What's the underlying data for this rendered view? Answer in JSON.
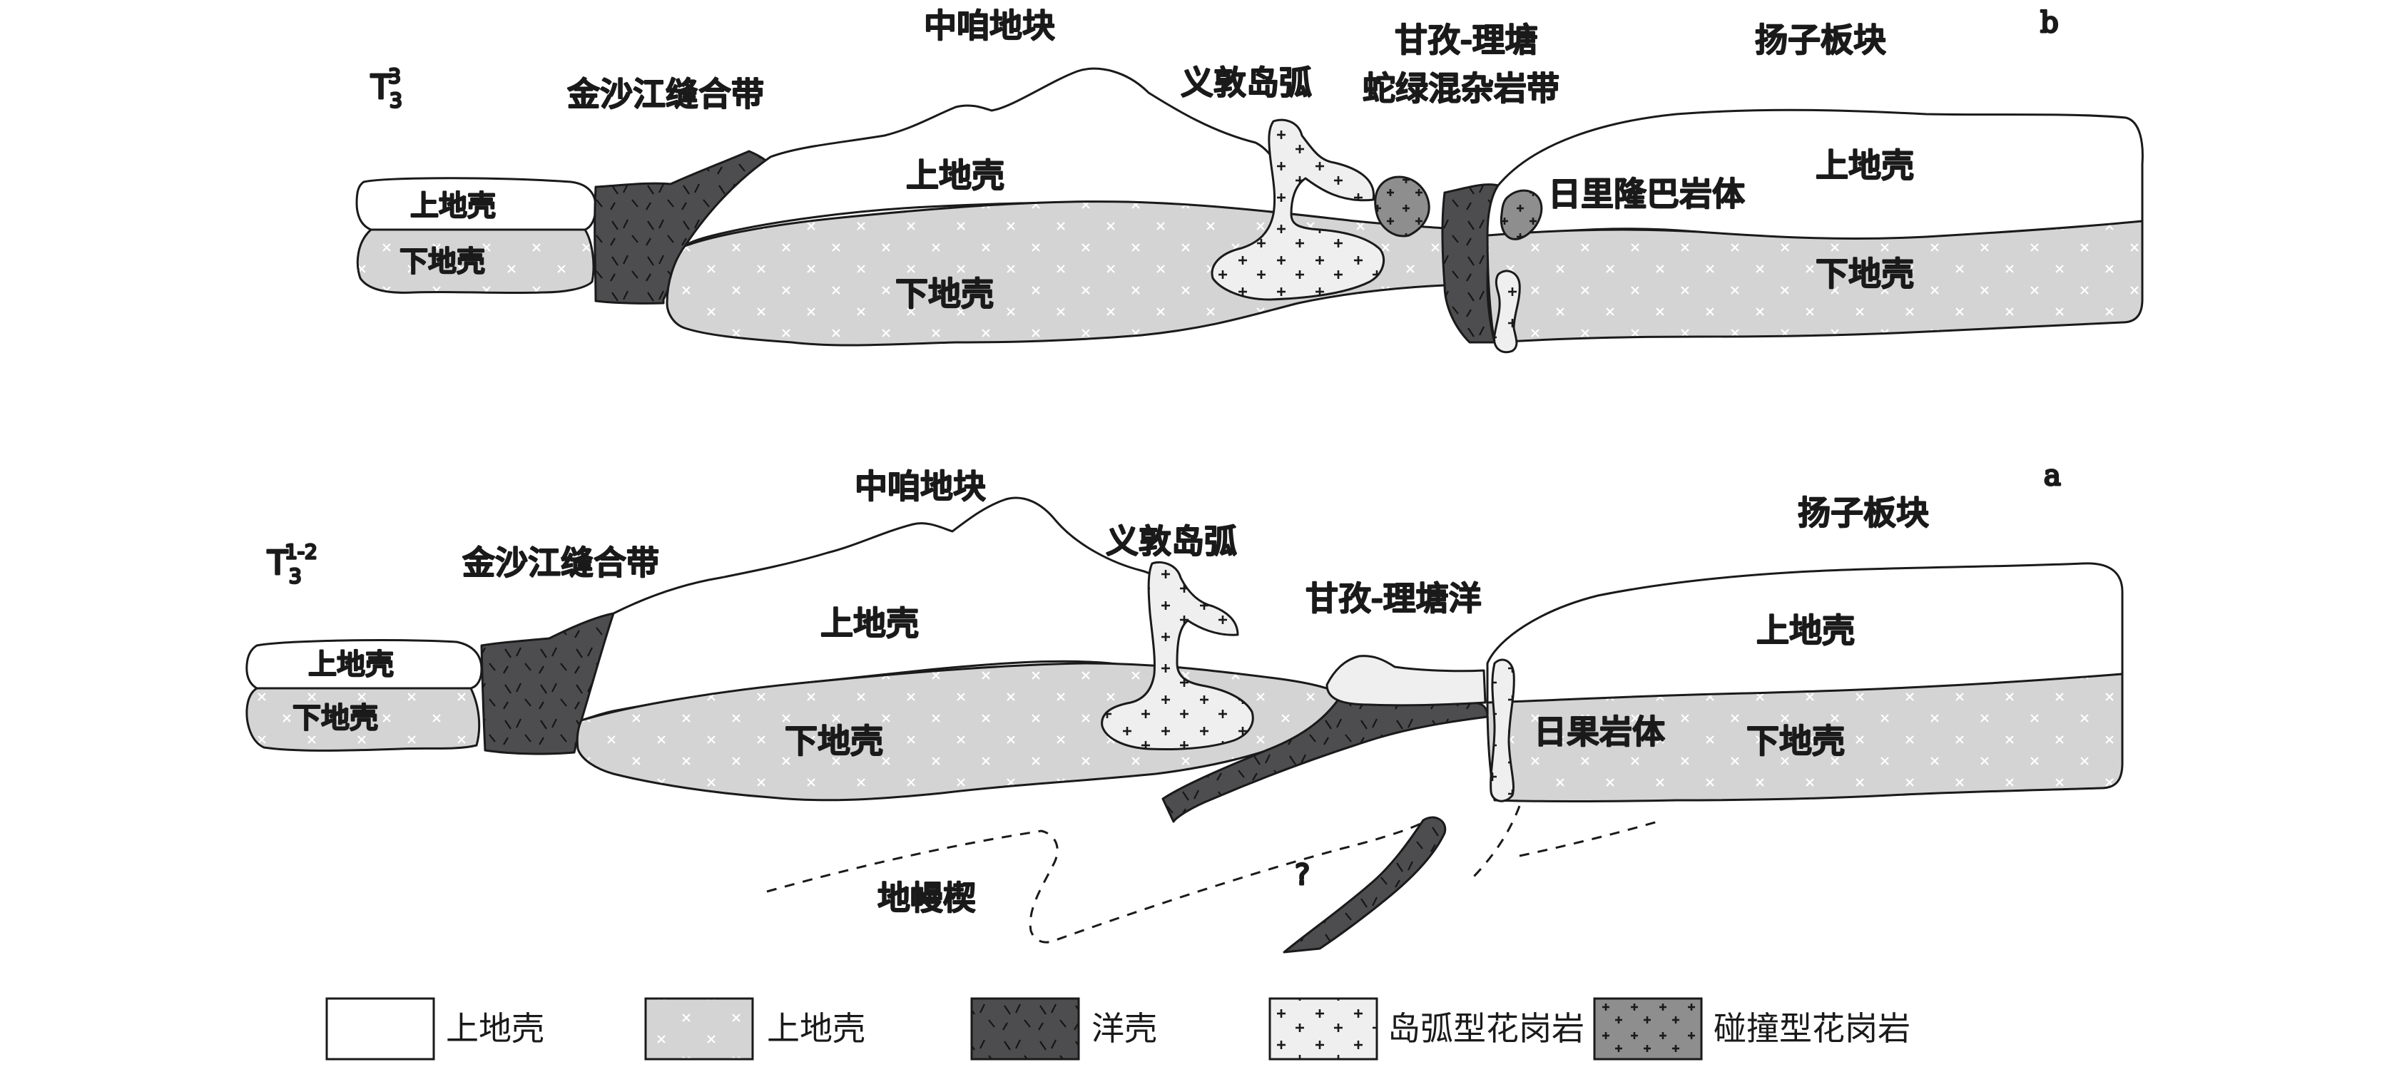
{
  "panel_b": {
    "tag": "b",
    "period_base": "T",
    "period_sub": "3",
    "period_sup": "3",
    "labels": {
      "suture": "金沙江缝合带",
      "block_mid": "中咱地块",
      "arc": "义敦岛弧",
      "melange_1": "甘孜-理塘",
      "melange_2": "蛇绿混杂岩带",
      "yangtze": "扬子板块",
      "left_upper": "上地壳",
      "left_lower": "下地壳",
      "mid_upper": "上地壳",
      "mid_lower": "下地壳",
      "pluton": "日里隆巴岩体",
      "right_upper": "上地壳",
      "right_lower": "下地壳"
    }
  },
  "panel_a": {
    "tag": "a",
    "period_base": "T",
    "period_sub": "3",
    "period_sup": "1-2",
    "labels": {
      "suture": "金沙江缝合带",
      "block_mid": "中咱地块",
      "arc": "义敦岛弧",
      "ocean": "甘孜-理塘洋",
      "yangtze": "扬子板块",
      "left_upper": "上地壳",
      "left_lower": "下地壳",
      "mid_upper": "上地壳",
      "mid_lower": "下地壳",
      "pluton": "日果岩体",
      "right_upper": "上地壳",
      "right_lower": "下地壳",
      "mantle_wedge": "地幔楔",
      "question": "?"
    }
  },
  "legend": [
    {
      "label": "上地壳",
      "fill": "#ffffff"
    },
    {
      "label": "上地壳",
      "fill": "#d4d4d4"
    },
    {
      "label": "洋壳",
      "fill": "#4d4d4f"
    },
    {
      "label": "岛弧型花岗岩",
      "fill": "#efefef"
    },
    {
      "label": "碰撞型花岗岩",
      "fill": "#8e8e8e"
    }
  ],
  "colors": {
    "upper_crust": "#ffffff",
    "lower_crust": "#d4d4d4",
    "oceanic_crust": "#4d4d4f",
    "arc_granite": "#efefef",
    "collision_granite": "#8e8e8e",
    "outline": "#1a1a1a"
  }
}
